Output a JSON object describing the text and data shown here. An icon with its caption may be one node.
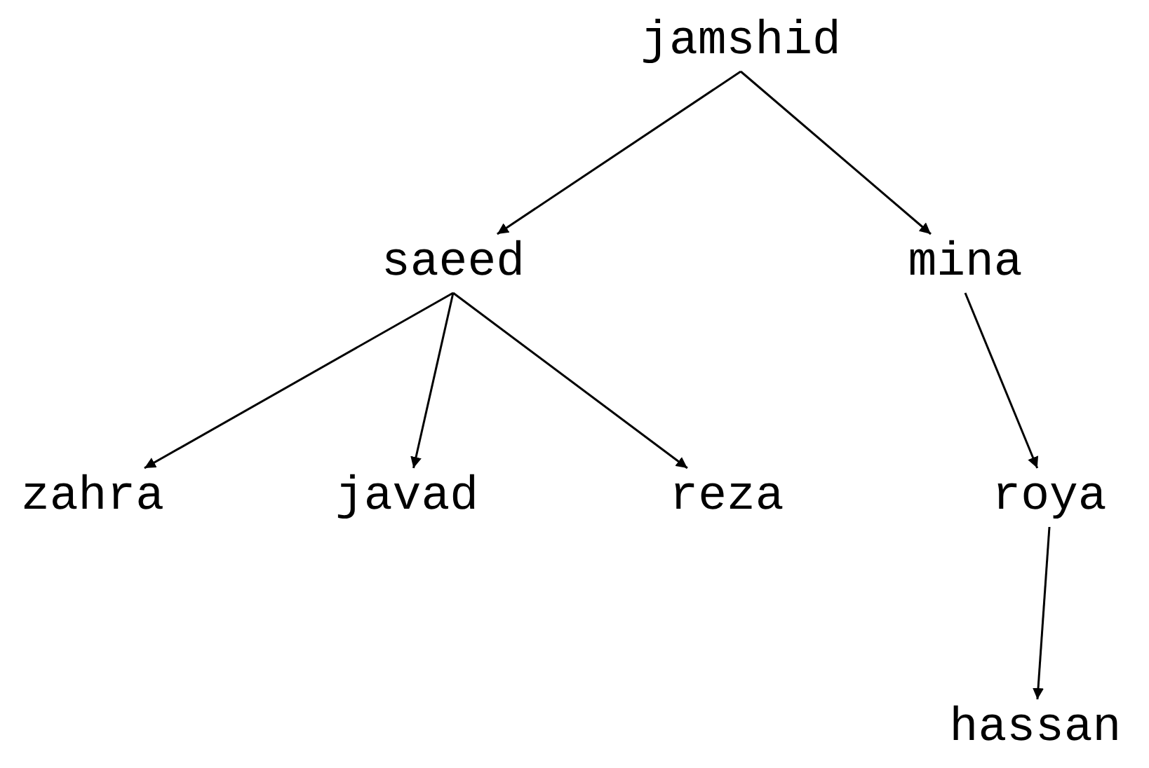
{
  "diagram": {
    "nodes": [
      {
        "text": [
          "jamshid"
        ]
      },
      {
        "text": [
          "saeed"
        ]
      },
      {
        "text": [
          "mina"
        ]
      },
      {
        "text": [
          "zahra"
        ]
      },
      {
        "text": [
          "javad"
        ]
      },
      {
        "text": [
          "reza"
        ]
      },
      {
        "text": [
          "roya"
        ]
      },
      {
        "text": [
          "hassan"
        ]
      }
    ],
    "edges": [
      {
        "from": 0,
        "to": 1,
        "arrow": "to"
      },
      {
        "from": 0,
        "to": 2,
        "arrow": "to"
      },
      {
        "from": 1,
        "to": 3,
        "arrow": "to"
      },
      {
        "from": 1,
        "to": 4,
        "arrow": "to"
      },
      {
        "from": 1,
        "to": 5,
        "arrow": "to"
      },
      {
        "from": 2,
        "to": 6,
        "arrow": "to"
      },
      {
        "from": 6,
        "to": 7,
        "arrow": "to"
      }
    ]
  }
}
